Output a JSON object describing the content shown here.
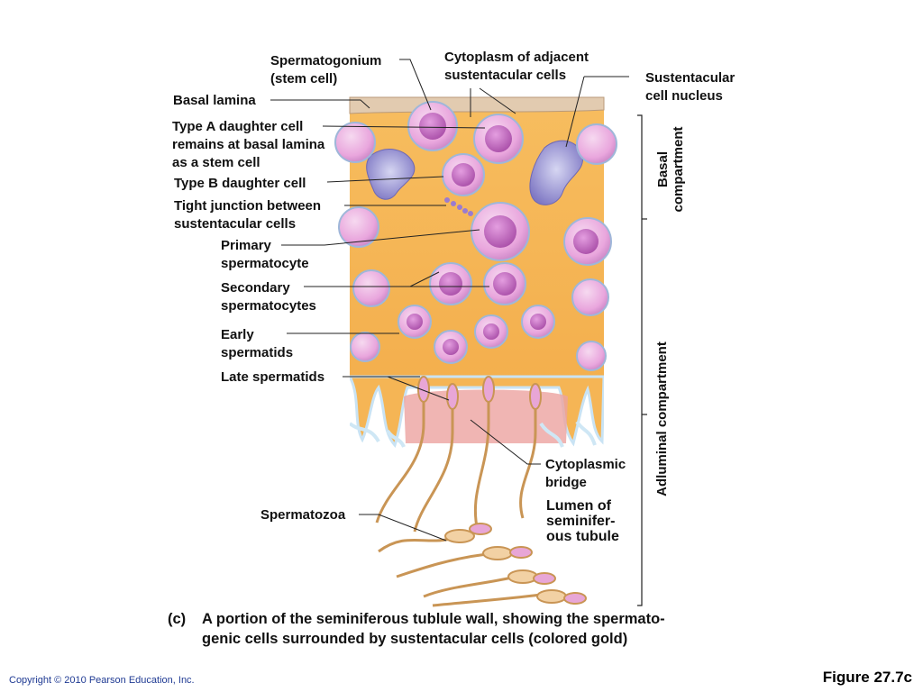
{
  "labels": {
    "spermatogonium": "Spermatogonium\n(stem cell)",
    "cytoplasm_adjacent": "Cytoplasm of adjacent\nsustentacular cells",
    "sustentacular_nucleus": "Sustentacular\ncell nucleus",
    "basal_lamina": "Basal lamina",
    "type_a": "Type A daughter cell\nremains at basal lamina\nas a stem cell",
    "type_b": "Type B daughter cell",
    "tight_junction": "Tight junction between\nsustentacular cells",
    "primary_spermatocyte": "Primary\nspermatocyte",
    "secondary_spermatocytes": "Secondary\nspermatocytes",
    "early_spermatids": "Early\nspermatids",
    "late_spermatids": "Late spermatids",
    "cytoplasmic_bridge": "Cytoplasmic\nbridge",
    "lumen": "Lumen of\nseminifer-\nous tubule",
    "spermatozoa": "Spermatozoa",
    "basal_compartment": "Basal\ncompartment",
    "adluminal_compartment": "Adluminal compartment"
  },
  "caption": {
    "tag": "(c)",
    "line1": "A portion of the seminiferous tublule wall, showing the spermato-",
    "line2": "genic cells surrounded by sustentacular cells (colored gold)"
  },
  "footer": {
    "copyright": "Copyright © 2010 Pearson Education, Inc.",
    "figure": "Figure 27.7c"
  },
  "colors": {
    "sustentacular": "#f6b756",
    "lamina": "#e2cbb0",
    "cell_fill": "#e9a6dd",
    "nucleus": "#b860b8",
    "sperm": "#d2a36a",
    "lumen_edge": "#cfe7f5",
    "cell_nucleus_blue": "#8f8ad0"
  }
}
